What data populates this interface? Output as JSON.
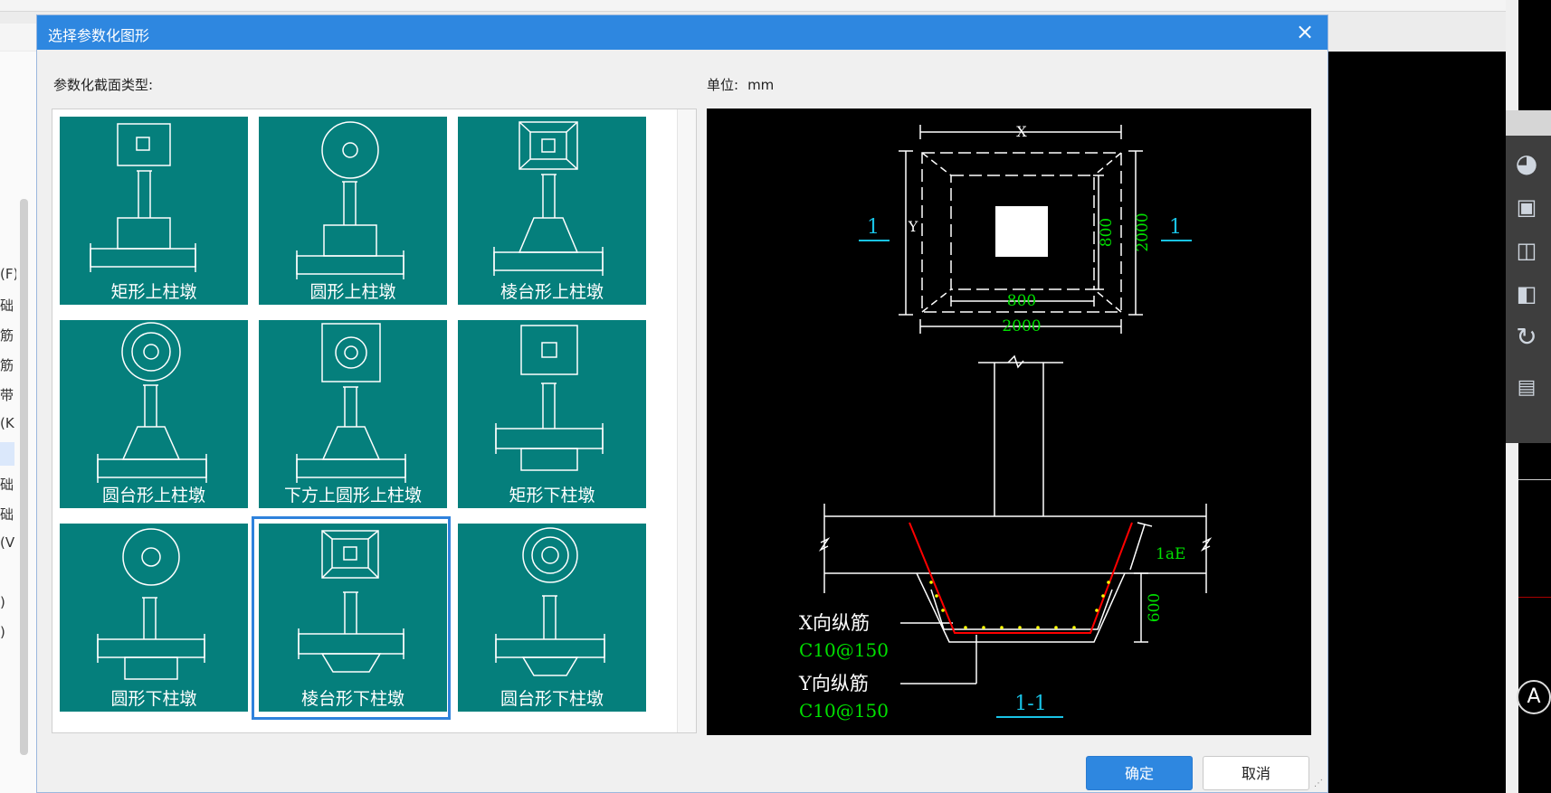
{
  "dialog": {
    "title": "选择参数化图形",
    "close_glyph": "×",
    "section_label": "参数化截面类型:",
    "unit_label": "单位:",
    "unit_value": "mm",
    "ok_label": "确定",
    "cancel_label": "取消"
  },
  "shapes": [
    {
      "name": "矩形上柱墩",
      "selected": false
    },
    {
      "name": "圆形上柱墩",
      "selected": false
    },
    {
      "name": "棱台形上柱墩",
      "selected": false
    },
    {
      "name": "圆台形上柱墩",
      "selected": false
    },
    {
      "name": "下方上圆形上柱墩",
      "selected": false
    },
    {
      "name": "矩形下柱墩",
      "selected": false
    },
    {
      "name": "圆形下柱墩",
      "selected": false
    },
    {
      "name": "棱台形下柱墩",
      "selected": true
    },
    {
      "name": "圆台形下柱墩",
      "selected": false
    }
  ],
  "preview": {
    "dim_x": "X",
    "dim_y": "Y",
    "dim_800_h": "800",
    "dim_800_v": "800",
    "dim_2000_h": "2000",
    "dim_2000_v": "2000",
    "section_mark_left": "1",
    "section_mark_right": "1",
    "lae": "1aE",
    "dim_600": "600",
    "x_rebar_label": "X向纵筋",
    "x_rebar_spec": "C10@150",
    "y_rebar_label": "Y向纵筋",
    "y_rebar_spec": "C10@150",
    "section_title": "1-1"
  },
  "background": {
    "left_items": [
      "(F)",
      "础",
      "筋",
      "筋",
      "带",
      "(K",
      "",
      "础",
      "础",
      "(V",
      "",
      ")",
      ")"
    ],
    "axis_label": "A"
  },
  "colors": {
    "title_bar": "#2e87e0",
    "tile": "#057f7c",
    "selection": "#2f82dc",
    "dim_green": "#00e000",
    "mark_cyan": "#19c3e6",
    "rebar_red": "#ff0000",
    "rebar_dot": "#ffff00"
  }
}
